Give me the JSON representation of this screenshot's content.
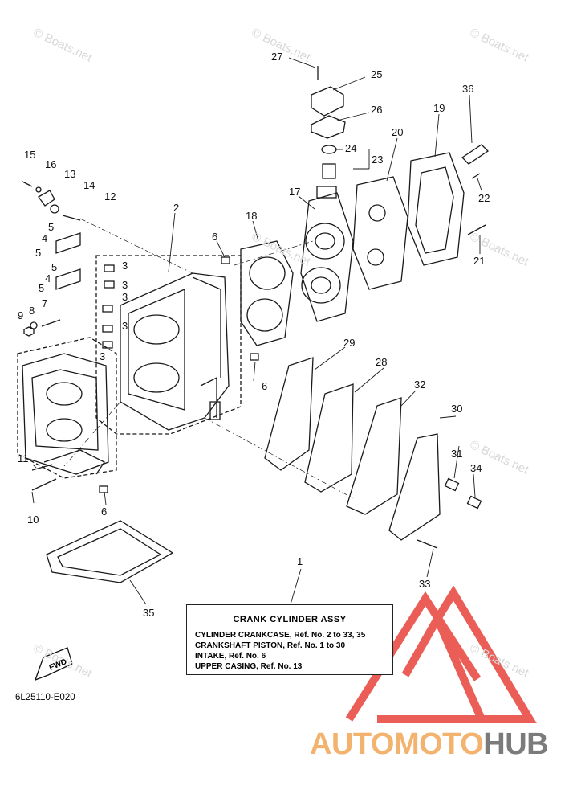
{
  "diagram_code": "6L25110-E020",
  "callouts": {
    "n1": "1",
    "n2": "2",
    "n3a": "3",
    "n3b": "3",
    "n3c": "3",
    "n3d": "3",
    "n3e": "3",
    "n4a": "4",
    "n4b": "4",
    "n5a": "5",
    "n5b": "5",
    "n5c": "5",
    "n5d": "5",
    "n6a": "6",
    "n6b": "6",
    "n6c": "6",
    "n7": "7",
    "n8": "8",
    "n9": "9",
    "n10": "10",
    "n11": "11",
    "n12": "12",
    "n13": "13",
    "n14": "14",
    "n15": "15",
    "n16": "16",
    "n17": "17",
    "n18": "18",
    "n19": "19",
    "n20": "20",
    "n21": "21",
    "n22": "22",
    "n23": "23",
    "n24": "24",
    "n25": "25",
    "n26": "26",
    "n27": "27",
    "n28": "28",
    "n29": "29",
    "n30": "30",
    "n31": "31",
    "n32": "32",
    "n33": "33",
    "n34": "34",
    "n35": "35",
    "n36": "36"
  },
  "info_box": {
    "title": "CRANK CYLINDER ASSY",
    "lines": [
      "CYLINDER CRANKCASE,  Ref. No. 2 to 33, 35",
      "CRANKSHAFT PISTON,     Ref. No. 1 to 30",
      "INTAKE,  Ref. No. 6",
      "UPPER CASING,   Ref. No. 13"
    ]
  },
  "fwd_label": "FWD",
  "watermark": "© Boats.net",
  "brand": {
    "part1": "AUTOMOTO",
    "part2": "HUB",
    "color1": "#f3b26e",
    "color2": "#7b7b7b",
    "logo_color": "#e8423a"
  }
}
